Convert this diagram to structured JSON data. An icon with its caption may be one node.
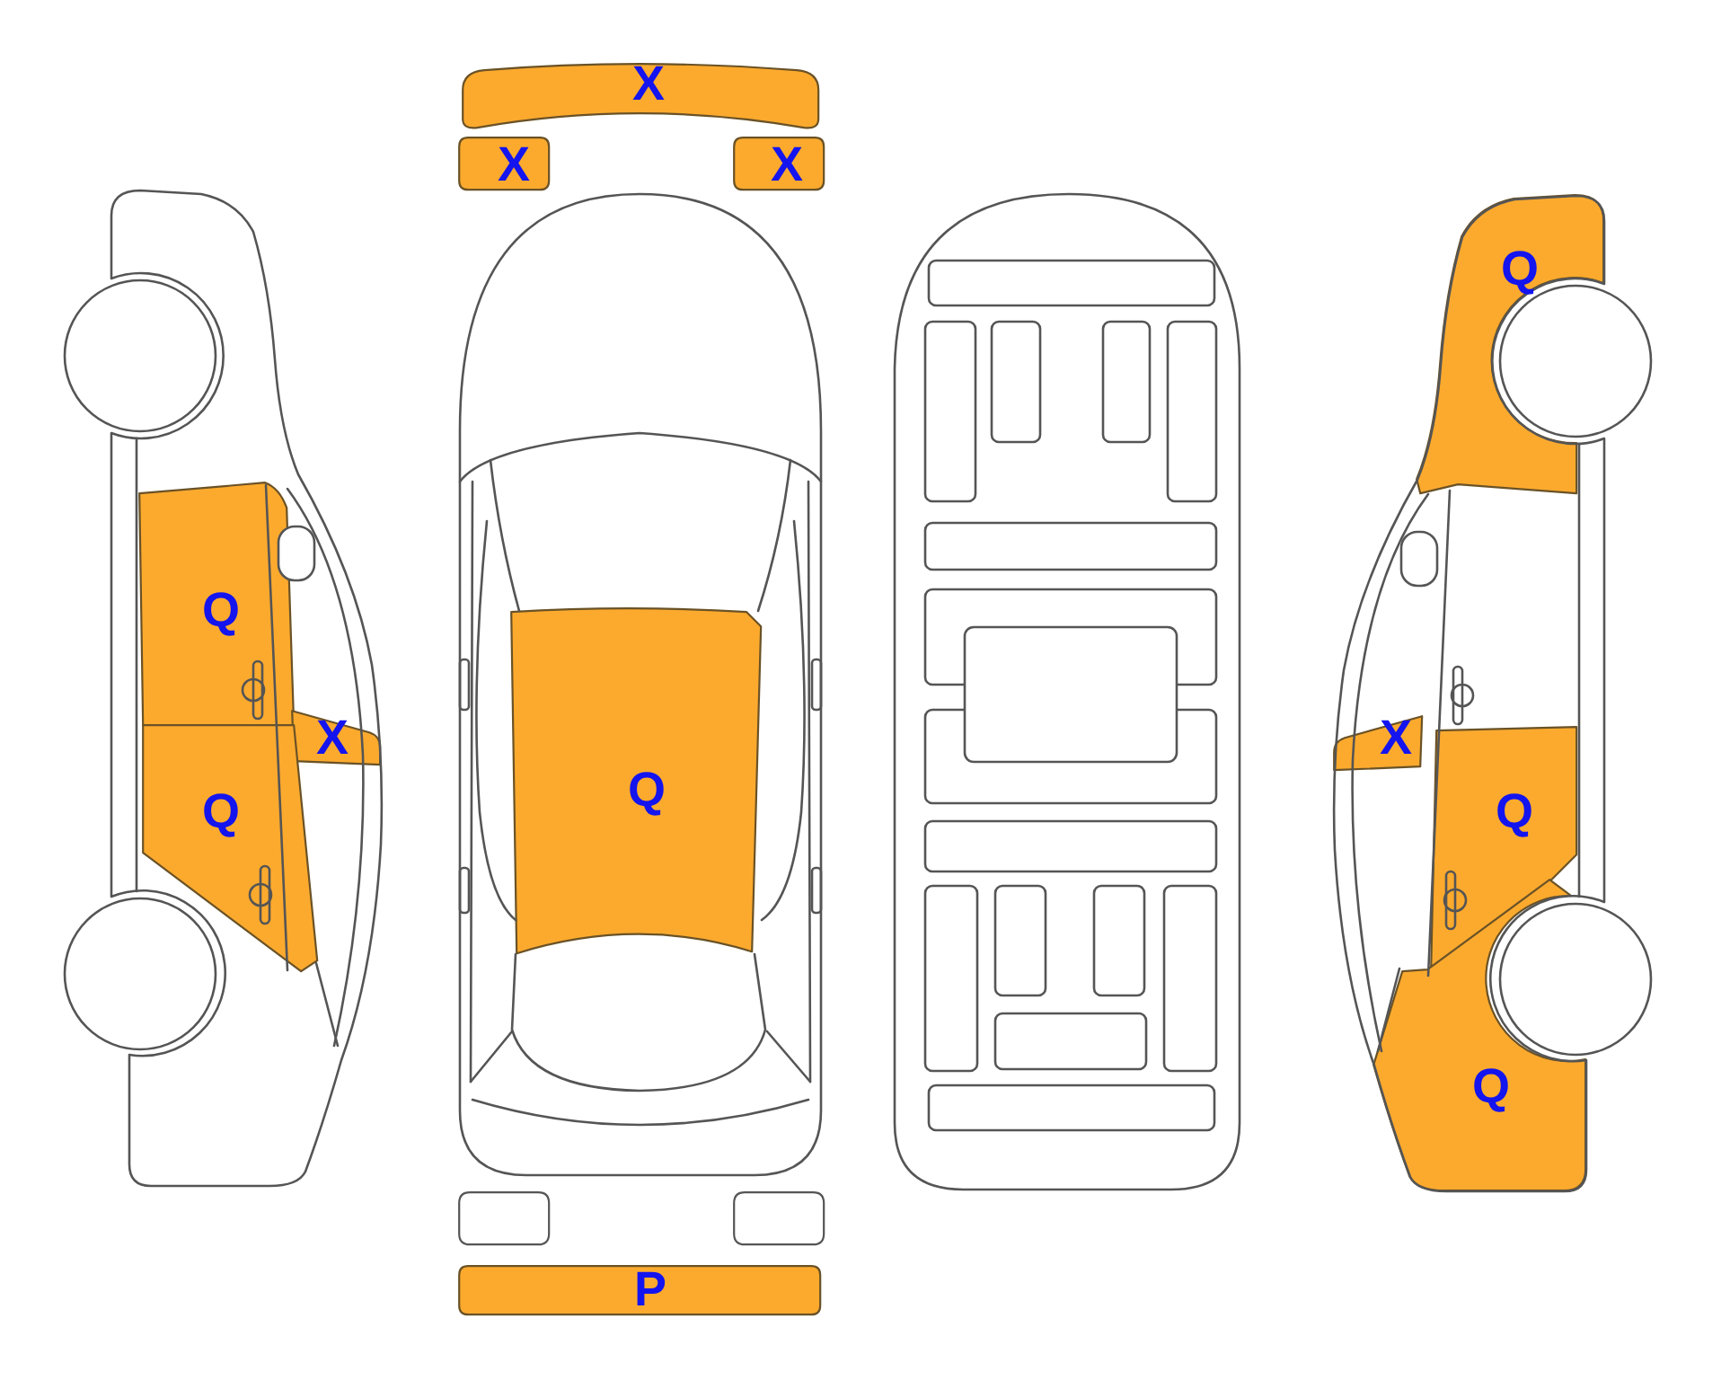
{
  "diagram": {
    "nodes": [
      {
        "text": [
          "X"
        ]
      },
      {
        "text": [
          "X"
        ]
      },
      {
        "text": [
          "X"
        ]
      },
      {
        "text": [
          "Q"
        ]
      },
      {
        "text": [
          "Q"
        ]
      },
      {
        "text": [
          "X"
        ]
      },
      {
        "text": [
          "X"
        ]
      },
      {
        "text": [
          "Q"
        ]
      },
      {
        "text": [
          "Q"
        ]
      },
      {
        "text": [
          "Q"
        ]
      },
      {
        "text": [
          "Q"
        ]
      },
      {
        "text": [],
        "shape": "box"
      },
      {
        "text": [],
        "shape": "box"
      },
      {
        "text": [
          "P"
        ]
      }
    ]
  }
}
